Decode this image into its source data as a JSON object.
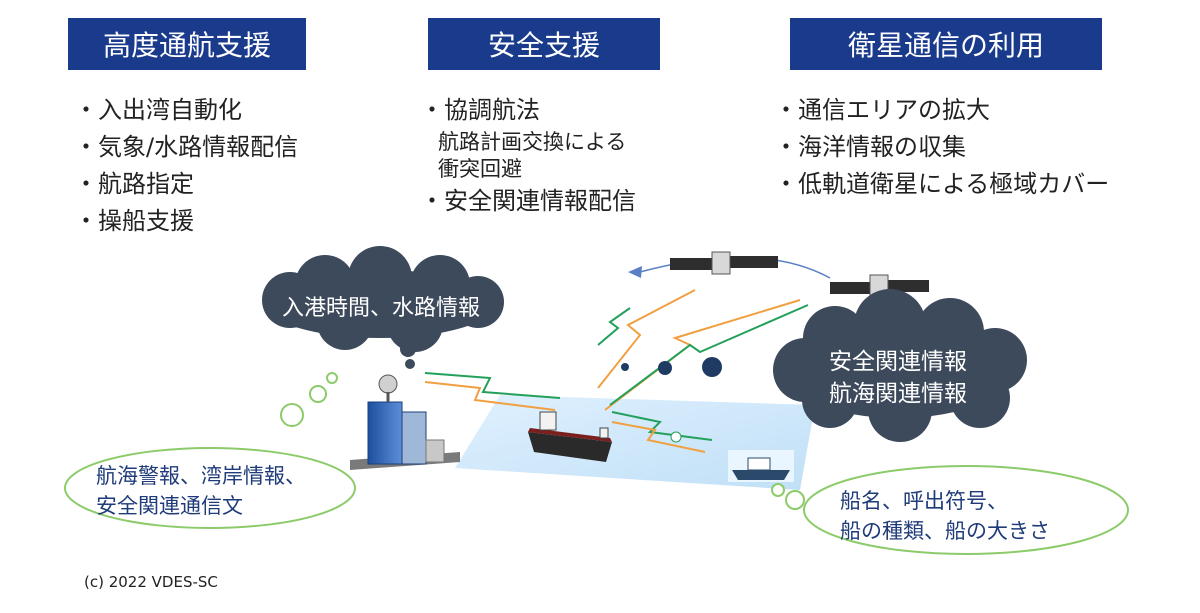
{
  "headers": [
    "高度通航支援",
    "安全支援",
    "衛星通信の利用"
  ],
  "col1": [
    "入出湾自動化",
    "気象/水路情報配信",
    "航路指定",
    "操船支援"
  ],
  "col2": {
    "item1": "協調航法",
    "sub1": "航路計画交換による",
    "sub2": "衝突回避",
    "item2": "安全関連情報配信"
  },
  "col3": [
    "通信エリアの拡大",
    "海洋情報の収集",
    "低軌道衛星による極域カバー"
  ],
  "clouds": {
    "port": "入港時間、水路情報",
    "safety_line1": "安全関連情報",
    "safety_line2": "航海関連情報",
    "warn_line1": "航海警報、湾岸情報、",
    "warn_line2": "安全関連通信文",
    "ship_line1": "船名、呼出符号、",
    "ship_line2": "船の種類、船の大きさ"
  },
  "copyright": "(c) 2022 VDES-SC",
  "colors": {
    "header_bg": "#1a3a8c",
    "dark_cloud": "#3d4a5c",
    "green_arrow": "#23a05a",
    "orange_arrow": "#f0a040",
    "blue_arrow": "#5b7fc4",
    "light_cloud_border": "#8ccb6a"
  }
}
